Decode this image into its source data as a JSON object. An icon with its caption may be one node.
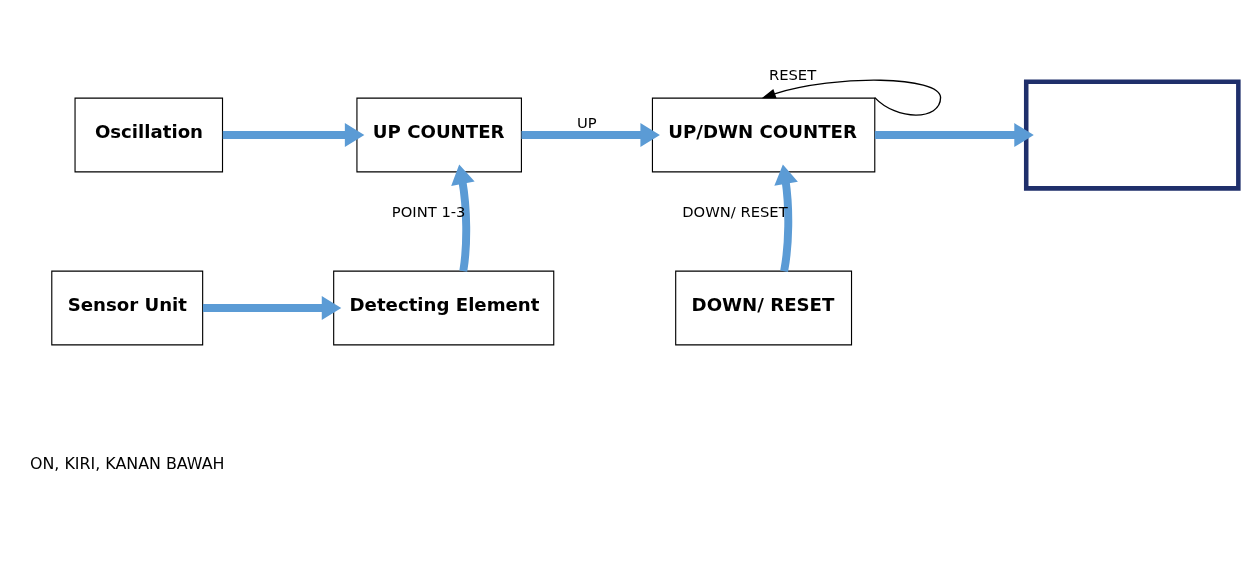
{
  "diagram": {
    "nodes": [
      {
        "text": [
          "Oscillation"
        ]
      },
      {
        "text": [
          "UP COUNTER"
        ]
      },
      {
        "text": [
          "UP/DWN COUNTER"
        ]
      },
      {
        "text": [],
        "shape": "box"
      },
      {
        "text": [
          "Sensor Unit"
        ]
      },
      {
        "text": [
          "Detecting Element"
        ]
      },
      {
        "text": [
          "DOWN/ RESET"
        ]
      }
    ],
    "edges": [
      {
        "from": 0,
        "to": 1,
        "arrow": "to"
      },
      {
        "from": 1,
        "to": 2,
        "arrow": "to",
        "label": "UP"
      },
      {
        "from": 2,
        "to": 3,
        "arrow": "to"
      },
      {
        "from": 2,
        "to": 2,
        "arrow": "to",
        "label": "RESET",
        "color": "#000000"
      },
      {
        "from": 4,
        "to": 5,
        "arrow": "to"
      },
      {
        "from": 5,
        "to": 1,
        "arrow": "to",
        "label": "POINT 1-3"
      },
      {
        "from": 6,
        "to": 2,
        "arrow": "to",
        "label": "DOWN/ RESET"
      }
    ],
    "labels": [
      "ON, KIRI, KANAN BAWAH"
    ]
  }
}
